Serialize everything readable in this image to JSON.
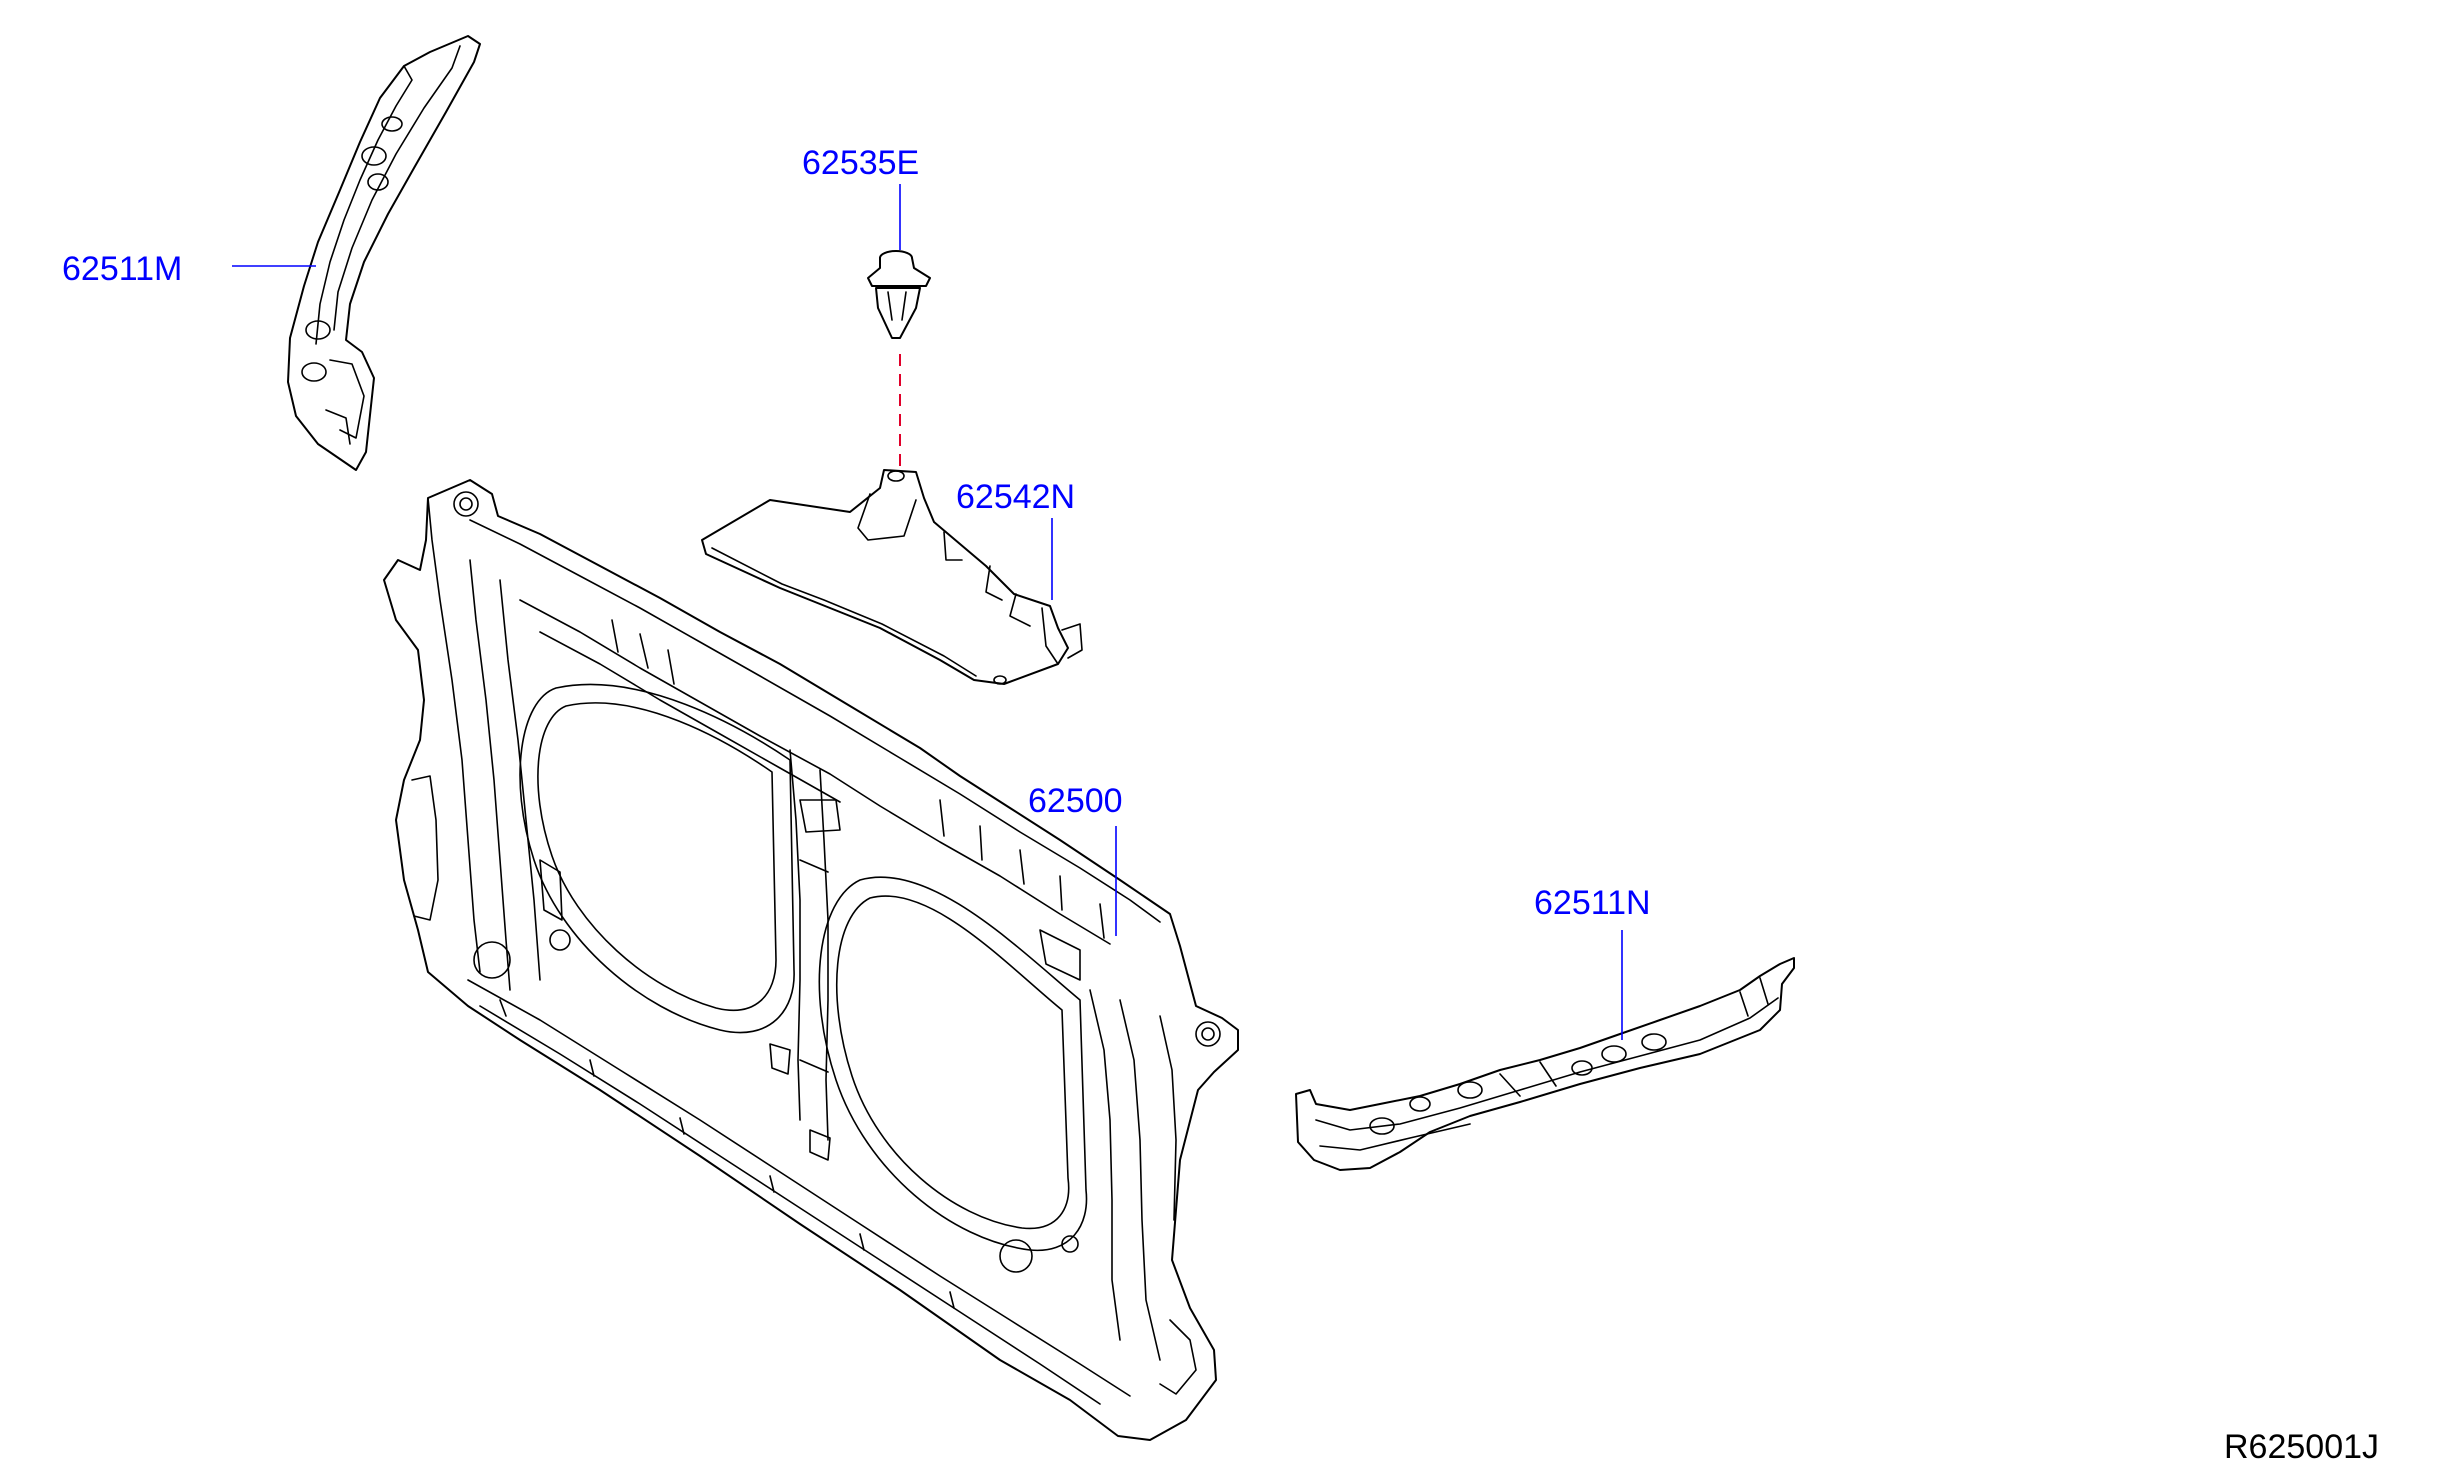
{
  "labels": {
    "p62511m": "62511M",
    "p62535e": "62535E",
    "p62542n": "62542N",
    "p62500": "62500",
    "p62511n": "62511N"
  },
  "reference_code": "R625001J",
  "colors": {
    "label_blue": "#0000ff",
    "guide_red": "#e0002a",
    "line_black": "#000000",
    "background": "#ffffff"
  }
}
